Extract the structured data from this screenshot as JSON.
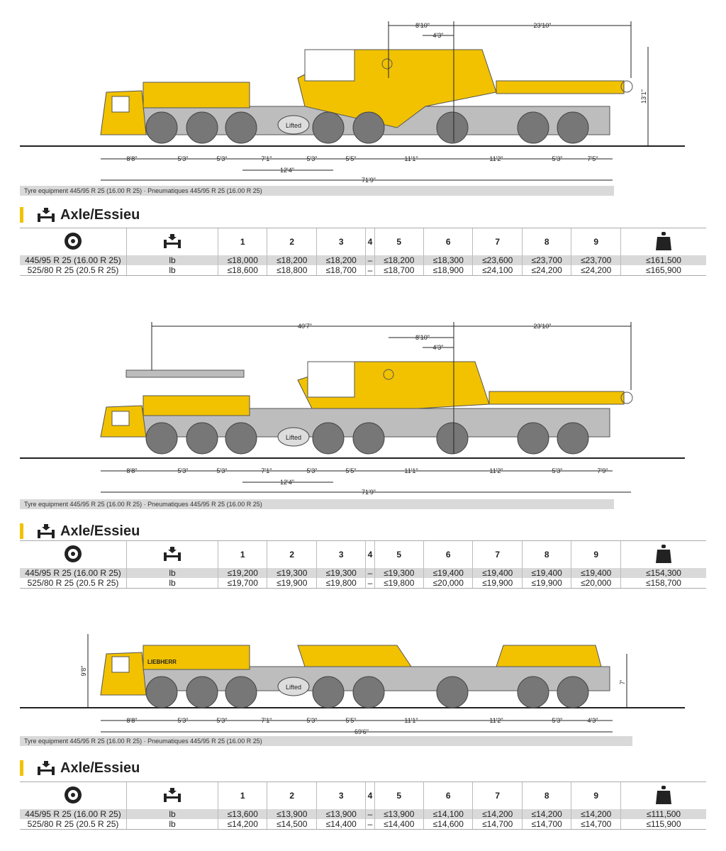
{
  "sections": [
    {
      "tyre_note": "Tyre equipment 445/95 R 25 (16.00 R 25) · Pneumatiques 445/95 R 25 (16.00 R 25)",
      "axle_title": "Axle/Essieu",
      "axles": [
        "1",
        "2",
        "3",
        "4",
        "5",
        "6",
        "7",
        "8",
        "9"
      ],
      "rows": [
        {
          "tyre": "445/95 R 25 (16.00 R 25)",
          "unit": "lb",
          "values": [
            "≤18,000",
            "≤18,200",
            "≤18,200",
            "–",
            "≤18,200",
            "≤18,300",
            "≤23,600",
            "≤23,700",
            "≤23,700"
          ],
          "total": "≤161,500"
        },
        {
          "tyre": "525/80 R 25 (20.5   R 25)",
          "unit": "lb",
          "values": [
            "≤18,600",
            "≤18,800",
            "≤18,700",
            "–",
            "≤18,700",
            "≤18,900",
            "≤24,100",
            "≤24,200",
            "≤24,200"
          ],
          "total": "≤165,900"
        }
      ],
      "dims": {
        "top1": "8'10\"",
        "top2": "23'10\"",
        "top3": "4'3\"",
        "height": "13'1\"",
        "bottom": [
          "8'8\"",
          "5'3\"",
          "5'3\"",
          "7'1\"",
          "5'3\"",
          "5'5\"",
          "11'1\"",
          "11'2\"",
          "5'3\"",
          "7'5\""
        ],
        "sub": "12'4\"",
        "total": "71'9\"",
        "lifted": "Lifted"
      }
    },
    {
      "tyre_note": "Tyre equipment 445/95 R 25 (16.00 R 25) · Pneumatiques 445/95 R 25 (16.00 R 25)",
      "axle_title": "Axle/Essieu",
      "axles": [
        "1",
        "2",
        "3",
        "4",
        "5",
        "6",
        "7",
        "8",
        "9"
      ],
      "rows": [
        {
          "tyre": "445/95 R 25 (16.00 R 25)",
          "unit": "lb",
          "values": [
            "≤19,200",
            "≤19,300",
            "≤19,300",
            "–",
            "≤19,300",
            "≤19,400",
            "≤19,400",
            "≤19,400",
            "≤19,400"
          ],
          "total": "≤154,300"
        },
        {
          "tyre": "525/80 R 25 (20.5   R 25)",
          "unit": "lb",
          "values": [
            "≤19,700",
            "≤19,900",
            "≤19,800",
            "–",
            "≤19,800",
            "≤20,000",
            "≤19,900",
            "≤19,900",
            "≤20,000"
          ],
          "total": "≤158,700"
        }
      ],
      "dims": {
        "top0": "40'7\"",
        "top1": "8'10\"",
        "top2": "23'10\"",
        "top3": "4'3\"",
        "bottom": [
          "8'8\"",
          "5'3\"",
          "5'3\"",
          "7'1\"",
          "5'3\"",
          "5'5\"",
          "11'1\"",
          "11'2\"",
          "5'3\"",
          "7'9\""
        ],
        "sub": "12'4\"",
        "total": "71'9\"",
        "lifted": "Lifted"
      }
    },
    {
      "tyre_note": "Tyre equipment 445/95 R 25 (16.00 R 25) · Pneumatiques 445/95 R 25 (16.00 R 25)",
      "axle_title": "Axle/Essieu",
      "axles": [
        "1",
        "2",
        "3",
        "4",
        "5",
        "6",
        "7",
        "8",
        "9"
      ],
      "rows": [
        {
          "tyre": "445/95 R 25 (16.00 R 25)",
          "unit": "lb",
          "values": [
            "≤13,600",
            "≤13,900",
            "≤13,900",
            "–",
            "≤13,900",
            "≤14,100",
            "≤14,200",
            "≤14,200",
            "≤14,200"
          ],
          "total": "≤111,500"
        },
        {
          "tyre": "525/80 R 25 (20.5   R 25)",
          "unit": "lb",
          "values": [
            "≤14,200",
            "≤14,500",
            "≤14,400",
            "–",
            "≤14,400",
            "≤14,600",
            "≤14,700",
            "≤14,700",
            "≤14,700"
          ],
          "total": "≤115,900"
        }
      ],
      "dims": {
        "height_left": "9'8\"",
        "height_right": "7'",
        "bottom": [
          "8'8\"",
          "5'3\"",
          "5'3\"",
          "7'1\"",
          "5'3\"",
          "5'5\"",
          "11'1\"",
          "11'2\"",
          "5'3\"",
          "4'3\""
        ],
        "total": "69'6\"",
        "lifted": "Lifted",
        "brand": "LIEBHERR"
      }
    }
  ],
  "colors": {
    "yellow": "#f2c200",
    "grey": "#bdbdbd",
    "dark": "#555555",
    "shade": "#d9d9d9"
  },
  "icons": {
    "tyre": "tyre-icon",
    "axle": "axle-icon",
    "weight": "weight-icon"
  }
}
